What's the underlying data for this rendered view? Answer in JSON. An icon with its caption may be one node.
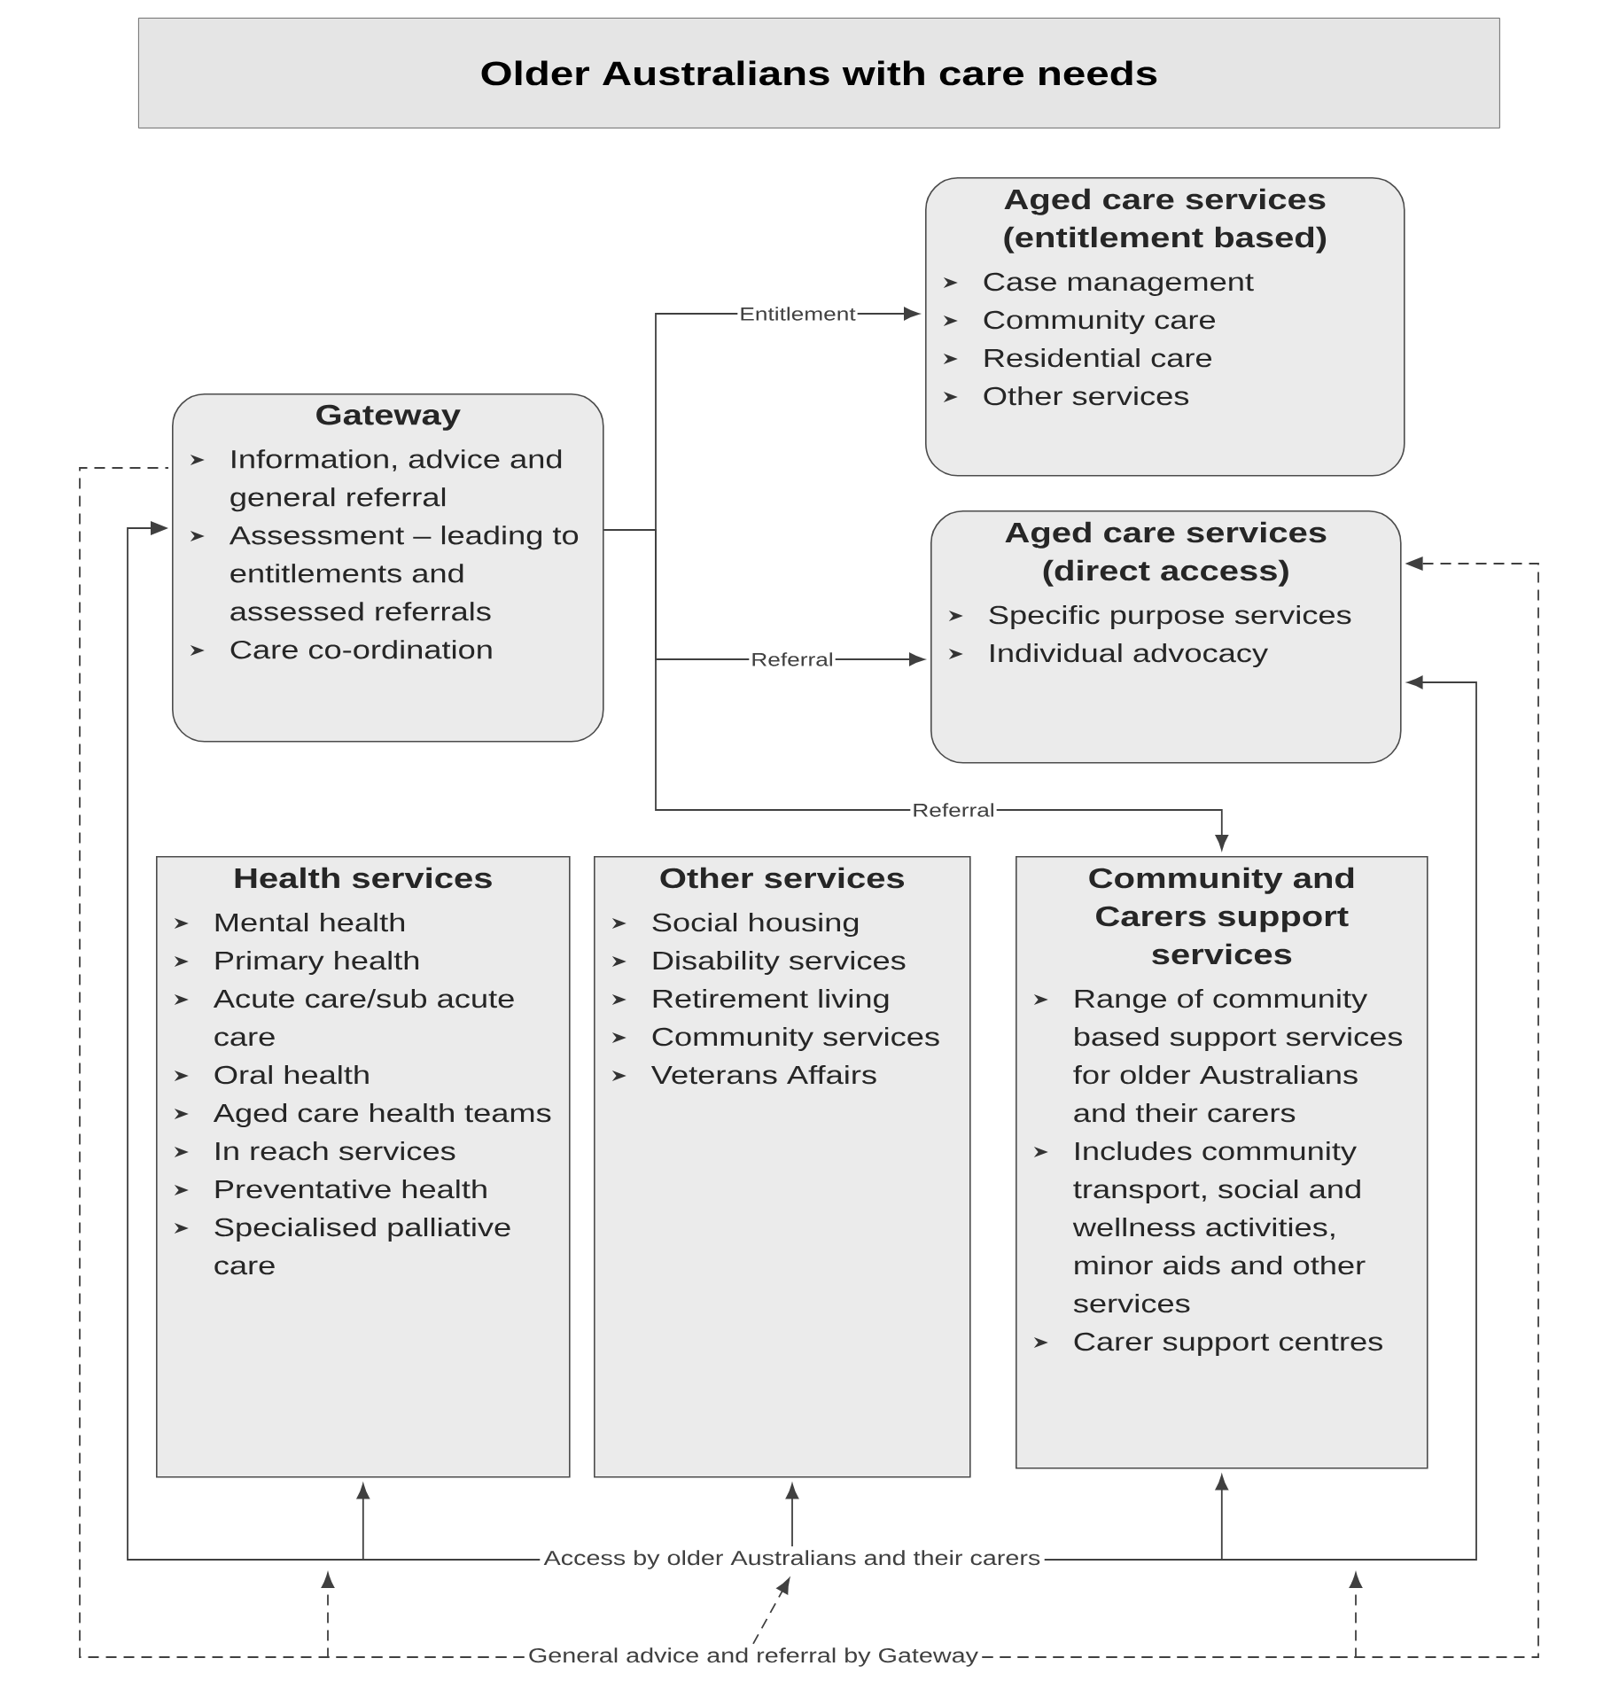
{
  "diagram": {
    "nodes": [
      {
        "text": [
          "Older Australians with care needs"
        ]
      },
      {
        "text": [
          "Gateway",
          "Information, advice and general referral",
          "Assessment – leading to entitlements and assessed referrals",
          "Care co-ordination"
        ]
      },
      {
        "text": [
          "Aged care services (entitlement based)",
          "Case management",
          "Community care",
          "Residential care",
          "Other services"
        ]
      },
      {
        "text": [
          "Aged care services (direct access)",
          "Specific purpose services",
          "Individual advocacy"
        ]
      },
      {
        "text": [
          "Health services",
          "Mental health",
          "Primary health",
          "Acute care/sub acute care",
          "Oral health",
          "Aged care health teams",
          "In reach services",
          "Preventative health",
          "Specialised palliative care"
        ]
      },
      {
        "text": [
          "Other services",
          "Social housing",
          "Disability services",
          "Retirement living",
          "Community services",
          "Veterans Affairs"
        ]
      },
      {
        "text": [
          "Community and Carers support services",
          "Range of community based support services for older Australians and their carers",
          "Includes community transport, social and wellness activities, minor aids and other services",
          "Carer support centres"
        ]
      },
      {
        "text": [
          "Access by older Australians and their carers"
        ]
      },
      {
        "text": [
          "General advice and referral by Gateway"
        ]
      }
    ],
    "edges": [
      {
        "from": 1,
        "to": 2,
        "arrow": "to",
        "label": "Entitlement"
      },
      {
        "from": 1,
        "to": 3,
        "arrow": "to",
        "label": "Referral"
      },
      {
        "from": 1,
        "to": 6,
        "arrow": "to",
        "label": "Referral"
      },
      {
        "from": 7,
        "to": 1,
        "arrow": "to"
      },
      {
        "from": 7,
        "to": 4,
        "arrow": "to"
      },
      {
        "from": 7,
        "to": 5,
        "arrow": "to"
      },
      {
        "from": 7,
        "to": 6,
        "arrow": "to"
      },
      {
        "from": 7,
        "to": 3,
        "arrow": "to"
      },
      {
        "from": 8,
        "to": 1,
        "arrow": "none",
        "style": "dashed"
      },
      {
        "from": 8,
        "to": 3,
        "arrow": "to",
        "style": "dashed"
      },
      {
        "from": 8,
        "to": null,
        "arrow": "to",
        "style": "dashed"
      },
      {
        "from": 8,
        "to": 7,
        "arrow": "to",
        "style": "dashed"
      },
      {
        "from": 8,
        "to": null,
        "arrow": "to",
        "style": "dashed"
      }
    ]
  }
}
